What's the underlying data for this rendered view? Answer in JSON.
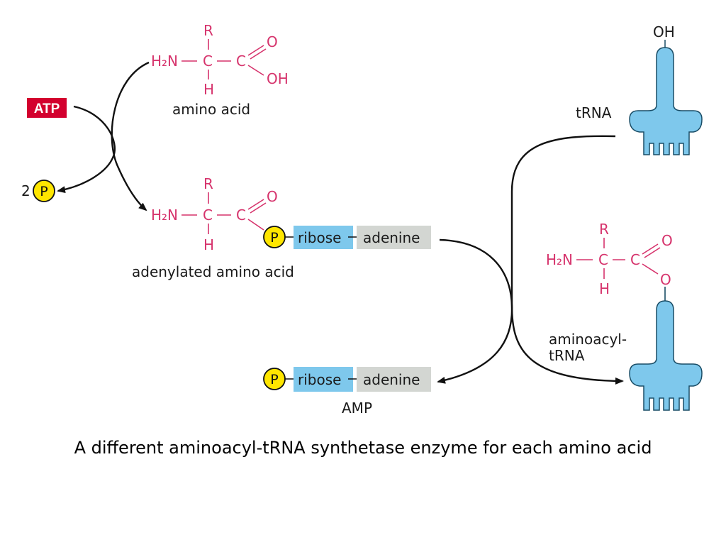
{
  "atp": {
    "label": "ATP",
    "color": "#d3002e"
  },
  "pyrophosphate": {
    "count": "2",
    "symbol": "P"
  },
  "amino_acid": {
    "R": "R",
    "H2N": "H₂N",
    "C": "C",
    "H": "H",
    "O": "O",
    "OH": "OH",
    "label": "amino acid"
  },
  "adenylated": {
    "R": "R",
    "H2N": "H₂N",
    "C": "C",
    "H": "H",
    "O": "O",
    "P": "P",
    "ribose": "ribose",
    "adenine": "adenine",
    "label": "adenylated amino acid"
  },
  "amp": {
    "P": "P",
    "ribose": "ribose",
    "adenine": "adenine",
    "label": "AMP"
  },
  "trna": {
    "OH": "OH",
    "label": "tRNA"
  },
  "aminoacyl": {
    "R": "R",
    "H2N": "H₂N",
    "C": "C",
    "H": "H",
    "O": "O",
    "O_link": "O",
    "label_line1": "aminoacyl-",
    "label_line2": "tRNA"
  },
  "caption": "A different aminoacyl-tRNA synthetase enzyme for each amino acid",
  "colors": {
    "molecule": "#d6336c",
    "ribose": "#7ec8ec",
    "adenine": "#d3d6d2",
    "phosphate": "#ffe600",
    "trna": "#7ec8ec"
  }
}
